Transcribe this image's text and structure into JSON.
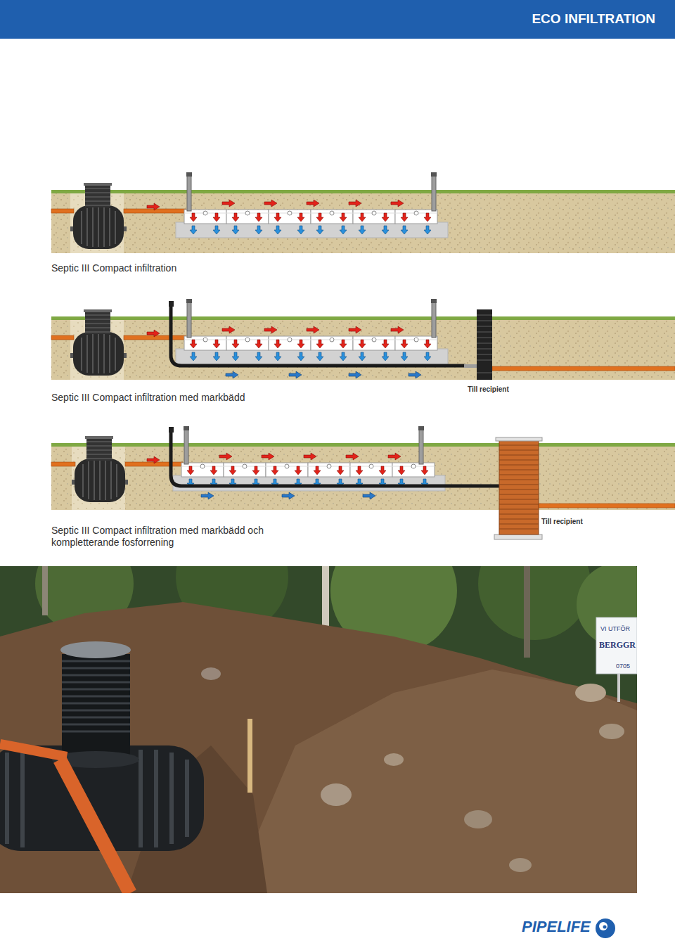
{
  "diagram": {
    "title": "ECO INFILTRATION",
    "nodes": [
      {
        "text": [
          "Septic III Compact infiltration"
        ]
      },
      {
        "text": [
          "Septic III Compact infiltration med markbädd"
        ]
      },
      {
        "text": [
          "Septic III Compact infiltration med markbädd och kompletterande fosforrening"
        ]
      }
    ],
    "labels": [
      "Till recipient",
      "Till recipient",
      "VI UTFÖR",
      "BERGGR",
      "0705",
      "PIPELIFE"
    ]
  }
}
